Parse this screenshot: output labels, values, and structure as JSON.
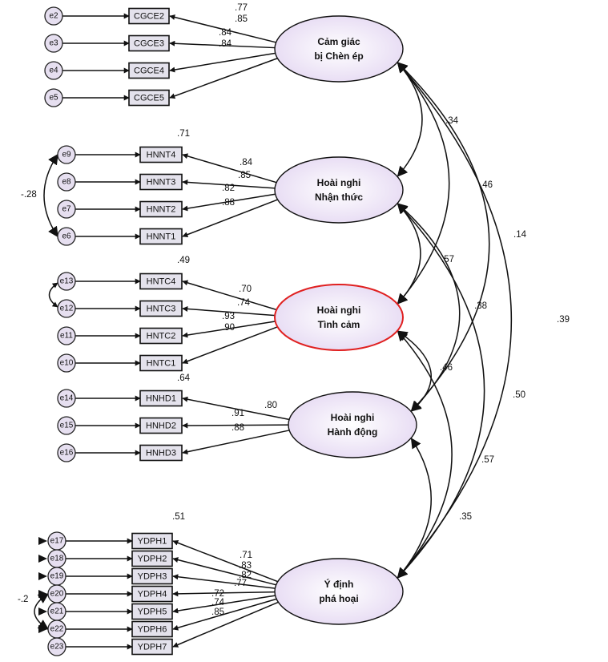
{
  "latents": [
    {
      "id": "L1",
      "l1": "Cảm giác",
      "l2": "bị Chèn ép"
    },
    {
      "id": "L2",
      "l1": "Hoài nghi",
      "l2": "Nhận thức"
    },
    {
      "id": "L3",
      "l1": "Hoài nghi",
      "l2": "Tình cảm",
      "highlight": true
    },
    {
      "id": "L4",
      "l1": "Hoài nghi",
      "l2": "Hành động"
    },
    {
      "id": "L5",
      "l1": "Ý định",
      "l2": "phá hoại"
    }
  ],
  "indicators": [
    {
      "name": "CGCE2",
      "error": "e2",
      "latent": "L1",
      "loading": ".77"
    },
    {
      "name": "CGCE3",
      "error": "e3",
      "latent": "L1",
      "loading": ".85"
    },
    {
      "name": "CGCE4",
      "error": "e4",
      "latent": "L1",
      "loading": ".84"
    },
    {
      "name": "CGCE5",
      "error": "e5",
      "latent": "L1",
      "loading": ".84"
    },
    {
      "name": "HNNT4",
      "error": "e9",
      "latent": "L2",
      "loading": ".84",
      "r2": ".71"
    },
    {
      "name": "HNNT3",
      "error": "e8",
      "latent": "L2",
      "loading": ".85"
    },
    {
      "name": "HNNT2",
      "error": "e7",
      "latent": "L2",
      "loading": ".82"
    },
    {
      "name": "HNNT1",
      "error": "e6",
      "latent": "L2",
      "loading": ".88"
    },
    {
      "name": "HNTC4",
      "error": "e13",
      "latent": "L3",
      "loading": ".70",
      "r2": ".49"
    },
    {
      "name": "HNTC3",
      "error": "e12",
      "latent": "L3",
      "loading": ".74"
    },
    {
      "name": "HNTC2",
      "error": "e11",
      "latent": "L3",
      "loading": ".93"
    },
    {
      "name": "HNTC1",
      "error": "e10",
      "latent": "L3",
      "loading": ".90"
    },
    {
      "name": "HNHD1",
      "error": "e14",
      "latent": "L4",
      "loading": ".80",
      "r2": ".64"
    },
    {
      "name": "HNHD2",
      "error": "e15",
      "latent": "L4",
      "loading": ".91"
    },
    {
      "name": "HNHD3",
      "error": "e16",
      "latent": "L4",
      "loading": ".88"
    },
    {
      "name": "YDPH1",
      "error": "e17",
      "latent": "L5",
      "loading": ".71",
      "r2": ".51"
    },
    {
      "name": "YDPH2",
      "error": "e18",
      "latent": "L5",
      "loading": ".83"
    },
    {
      "name": "YDPH3",
      "error": "e19",
      "latent": "L5",
      "loading": ".82"
    },
    {
      "name": "YDPH4",
      "error": "e20",
      "latent": "L5",
      "loading": ".77"
    },
    {
      "name": "YDPH5",
      "error": "e21",
      "latent": "L5",
      "loading": ".72"
    },
    {
      "name": "YDPH6",
      "error": "e22",
      "latent": "L5",
      "loading": ".74"
    },
    {
      "name": "YDPH7",
      "error": "e23",
      "latent": "L5",
      "loading": ".85"
    }
  ],
  "correlations": [
    {
      "from": "L1",
      "to": "L2",
      "value": ".34"
    },
    {
      "from": "L1",
      "to": "L3",
      "value": ".46"
    },
    {
      "from": "L1",
      "to": "L4",
      "value": ".14"
    },
    {
      "from": "L1",
      "to": "L5",
      "value": ".39"
    },
    {
      "from": "L2",
      "to": "L3",
      "value": ".57"
    },
    {
      "from": "L2",
      "to": "L4",
      "value": ".38"
    },
    {
      "from": "L2",
      "to": "L5",
      "value": ".50"
    },
    {
      "from": "L3",
      "to": "L4",
      "value": ".46"
    },
    {
      "from": "L3",
      "to": "L5",
      "value": ".57"
    },
    {
      "from": "L4",
      "to": "L5",
      "value": ".35"
    }
  ],
  "error_covariances": [
    {
      "from": "e9",
      "to": "e6",
      "value": "-.28"
    },
    {
      "from": "e20",
      "to": "e22",
      "value": "-.2"
    }
  ]
}
